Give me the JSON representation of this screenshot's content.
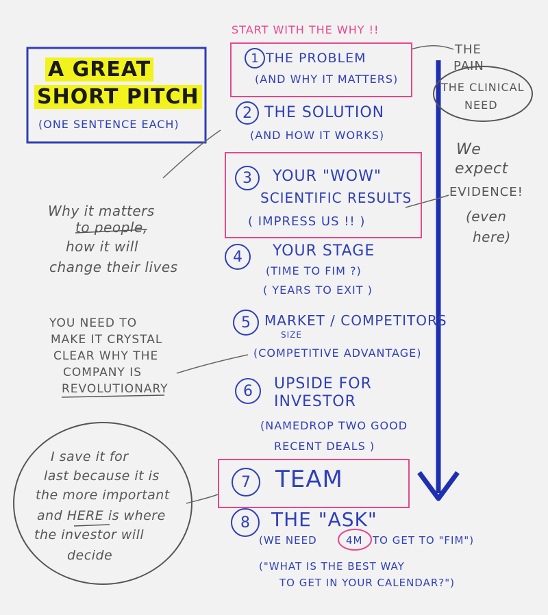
{
  "title": {
    "line1": "A GREAT",
    "line2": "SHORT PITCH",
    "subtitle": "(ONE SENTENCE EACH)"
  },
  "header": "START WITH THE WHY !!",
  "items": [
    {
      "num": "1",
      "main": "THE PROBLEM",
      "sub": "(AND WHY IT MATTERS)"
    },
    {
      "num": "2",
      "main": "THE SOLUTION",
      "sub": "(AND HOW IT WORKS)"
    },
    {
      "num": "3",
      "main": "YOUR \"WOW\"",
      "main2": "SCIENTIFIC RESULTS",
      "sub": "( IMPRESS US !! )"
    },
    {
      "num": "4",
      "main": "YOUR STAGE",
      "sub": "(TIME TO FIM ?)",
      "sub2": "( YEARS TO EXIT )"
    },
    {
      "num": "5",
      "main": "MARKET / COMPETITORS",
      "main_small": "SIZE",
      "sub": "(COMPETITIVE ADVANTAGE)"
    },
    {
      "num": "6",
      "main": "UPSIDE FOR",
      "main2": "INVESTOR",
      "sub": "(NAMEDROP TWO GOOD",
      "sub2": "RECENT DEALS )"
    },
    {
      "num": "7",
      "main": "TEAM"
    },
    {
      "num": "8",
      "main": "THE \"ASK\"",
      "sub_pre": "(WE NEED",
      "sub_circ": "4M",
      "sub_post": "TO GET TO \"FIM\")",
      "sub2": "(\"WHAT IS THE BEST WAY",
      "sub3": "TO GET IN YOUR CALENDAR?\")"
    }
  ],
  "right": {
    "pain": [
      "THE",
      "PAIN",
      "THE CLINICAL",
      "NEED"
    ],
    "evidence": [
      "We",
      "expect",
      "EVIDENCE!",
      "(even",
      "here)"
    ]
  },
  "left": {
    "why": [
      "Why it matters",
      "to people,",
      "how it will",
      "change their lives"
    ],
    "crystal": [
      "YOU NEED TO",
      "MAKE IT CRYSTAL",
      "CLEAR WHY THE",
      "COMPANY IS",
      "REVOLUTIONARY"
    ],
    "last": [
      "I save it for",
      "last because it is",
      "the more important",
      "and HERE is where",
      "the investor will",
      "decide"
    ]
  },
  "colors": {
    "blue": "#2e3fb8",
    "pink": "#e8468c",
    "yellow": "#f2f21c",
    "arrow": "#1e2fb0"
  }
}
